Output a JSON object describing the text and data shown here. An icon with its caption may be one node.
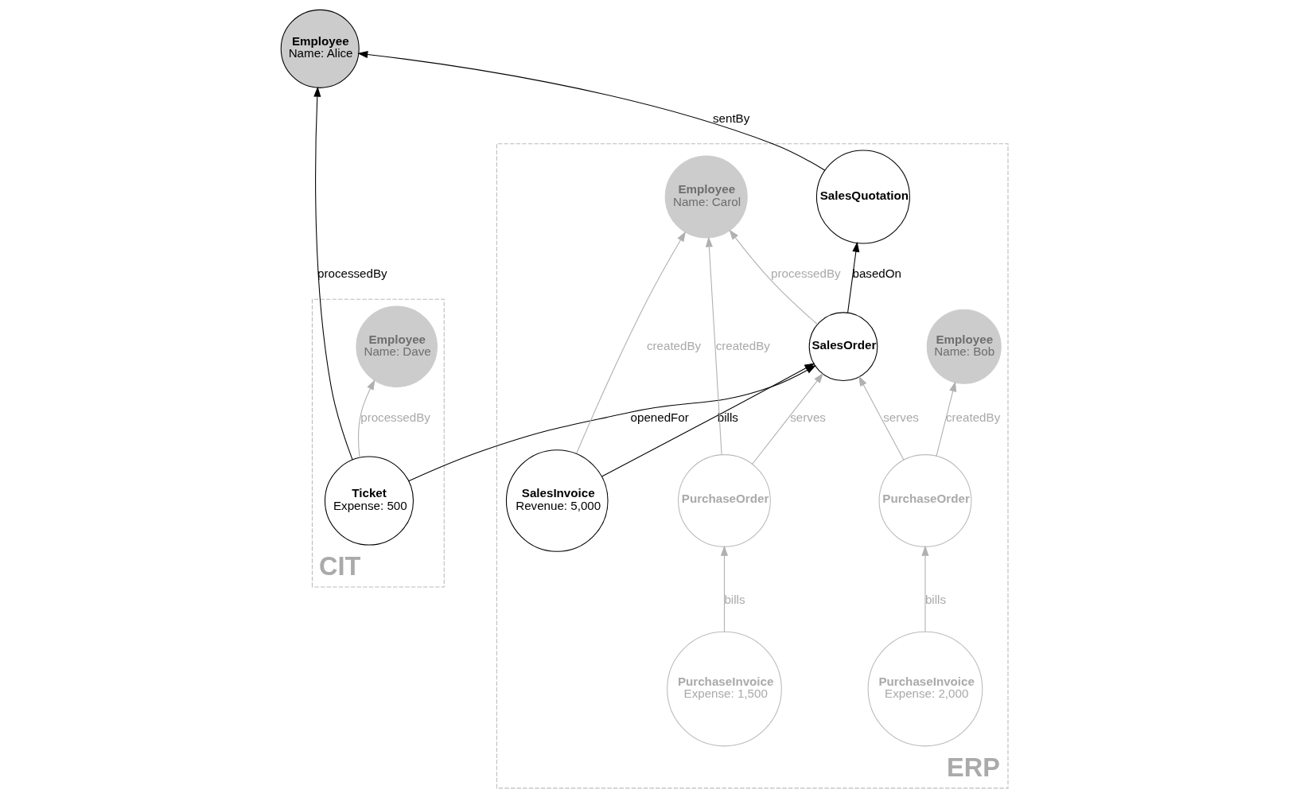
{
  "diagram": {
    "nodes": [
      {
        "text": [
          "CIT"
        ]
      },
      {
        "text": [
          "ERP"
        ]
      },
      {
        "text": [
          "Employee",
          "Name: Alice"
        ]
      },
      {
        "text": [
          "Ticket",
          "Expense: 500"
        ],
        "in": 0
      },
      {
        "text": [
          "Employee",
          "Name: Dave"
        ],
        "in": 0
      },
      {
        "text": [
          "SalesQuotation"
        ],
        "in": 1
      },
      {
        "text": [
          "SalesOrder"
        ],
        "in": 1
      },
      {
        "text": [
          "SalesInvoice",
          "Revenue: 5,000"
        ],
        "in": 1
      },
      {
        "text": [
          "Employee",
          "Name: Bob"
        ],
        "in": 1
      },
      {
        "text": [
          "PurchaseOrder"
        ],
        "in": 1
      },
      {
        "text": [
          "PurchaseInvoice",
          "Expense: 2,000"
        ],
        "in": 1
      },
      {
        "text": [
          "PurchaseOrder"
        ],
        "in": 1
      },
      {
        "text": [
          "PurchaseInvoice",
          "Expense: 1,500"
        ],
        "in": 1
      },
      {
        "text": [
          "Employee",
          "Name: Carol"
        ],
        "in": 1
      }
    ],
    "edges": [
      {
        "from": 3,
        "to": 2,
        "arrow": "to",
        "label": "processedBy",
        "color": "#000000"
      },
      {
        "from": 3,
        "to": 6,
        "arrow": "to",
        "label": "openedFor",
        "color": "#000000"
      },
      {
        "from": 3,
        "to": 4,
        "arrow": "to",
        "label": "processedBy"
      },
      {
        "from": 5,
        "to": 2,
        "arrow": "to",
        "label": "sentBy",
        "color": "#000000"
      },
      {
        "from": 6,
        "to": 5,
        "arrow": "to",
        "label": "basedOn",
        "color": "#000000"
      },
      {
        "from": 7,
        "to": 6,
        "arrow": "to",
        "label": "bills",
        "color": "#000000"
      },
      {
        "from": 6,
        "to": 13,
        "arrow": "to",
        "label": "processedBy"
      },
      {
        "from": 7,
        "to": 13,
        "arrow": "to",
        "label": "createdBy"
      },
      {
        "from": 9,
        "to": 8,
        "arrow": "to",
        "label": "createdBy"
      },
      {
        "from": 10,
        "to": 9,
        "arrow": "to",
        "label": "bills"
      },
      {
        "from": 9,
        "to": 6,
        "arrow": "to",
        "label": "serves"
      },
      {
        "from": 11,
        "to": 6,
        "arrow": "to",
        "label": "serves"
      },
      {
        "from": 12,
        "to": 11,
        "arrow": "to",
        "label": "bills"
      },
      {
        "from": 11,
        "to": 13,
        "arrow": "to",
        "label": "createdBy"
      }
    ]
  }
}
